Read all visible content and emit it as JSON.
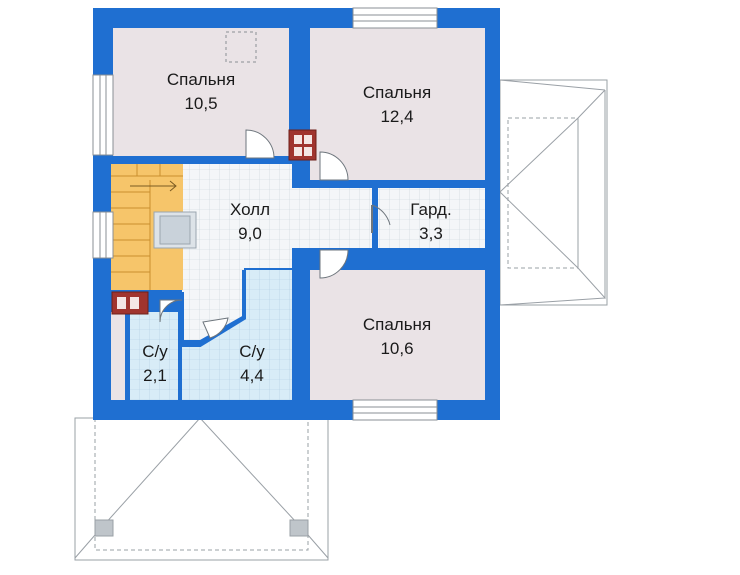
{
  "colors": {
    "wall": "#1F6FD1",
    "bedroom": "#EAE3E6",
    "hall_tile": "#F2F4F6",
    "bath_tile": "#D6EAF6",
    "stair": "#F6C56A",
    "chimney": "#A0342E",
    "roof_line": "#9AA0A6"
  },
  "rooms": {
    "bedroom_nw": {
      "name": "Спальня",
      "area": "10,5"
    },
    "bedroom_ne": {
      "name": "Спальня",
      "area": "12,4"
    },
    "hall": {
      "name": "Холл",
      "area": "9,0"
    },
    "wardrobe": {
      "name": "Гард.",
      "area": "3,3"
    },
    "bedroom_se": {
      "name": "Спальня",
      "area": "10,6"
    },
    "wc_small": {
      "name": "С/у",
      "area": "2,1"
    },
    "wc_large": {
      "name": "С/у",
      "area": "4,4"
    }
  }
}
